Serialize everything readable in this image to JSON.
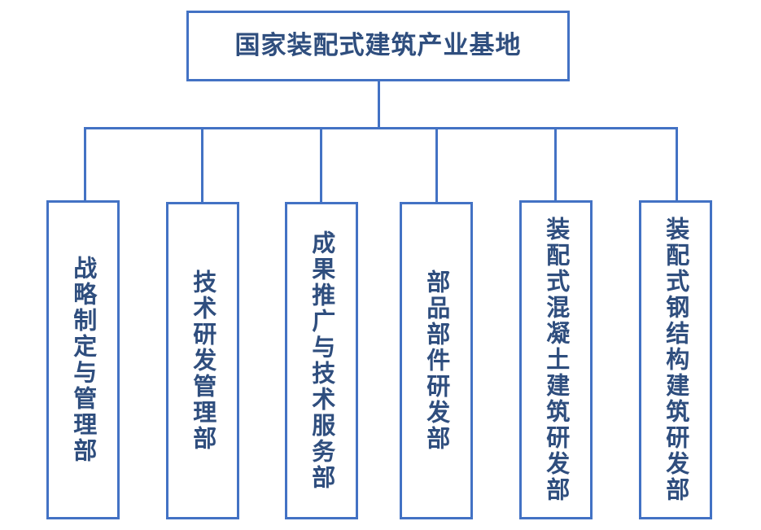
{
  "chart_data": {
    "type": "diagram",
    "diagram_type": "organization-chart",
    "title": "国家装配式建筑产业基地",
    "orientation": "top-down",
    "levels": 2,
    "root": {
      "id": "root",
      "label": "国家装配式建筑产业基地",
      "text_direction": "horizontal"
    },
    "children": [
      {
        "id": "dept-1",
        "label": "战略制定与管理部",
        "text_direction": "vertical",
        "parent": "root"
      },
      {
        "id": "dept-2",
        "label": "技术研发管理部",
        "text_direction": "vertical",
        "parent": "root"
      },
      {
        "id": "dept-3",
        "label": "成果推广与技术服务部",
        "text_direction": "vertical",
        "parent": "root"
      },
      {
        "id": "dept-4",
        "label": "部品部件研发部",
        "text_direction": "vertical",
        "parent": "root"
      },
      {
        "id": "dept-5",
        "label": "装配式混凝土建筑研发部",
        "text_direction": "vertical",
        "parent": "root"
      },
      {
        "id": "dept-6",
        "label": "装配式钢结构建筑研发部",
        "text_direction": "vertical",
        "parent": "root"
      }
    ],
    "edges": [
      {
        "from": "root",
        "to": "dept-1",
        "style": "orthogonal"
      },
      {
        "from": "root",
        "to": "dept-2",
        "style": "orthogonal"
      },
      {
        "from": "root",
        "to": "dept-3",
        "style": "orthogonal"
      },
      {
        "from": "root",
        "to": "dept-4",
        "style": "orthogonal"
      },
      {
        "from": "root",
        "to": "dept-5",
        "style": "orthogonal"
      },
      {
        "from": "root",
        "to": "dept-6",
        "style": "orthogonal"
      }
    ]
  },
  "colors": {
    "border": "#4372c4",
    "text": "#2f4e7e",
    "background": "#ffffff",
    "connector": "#4372c4"
  }
}
